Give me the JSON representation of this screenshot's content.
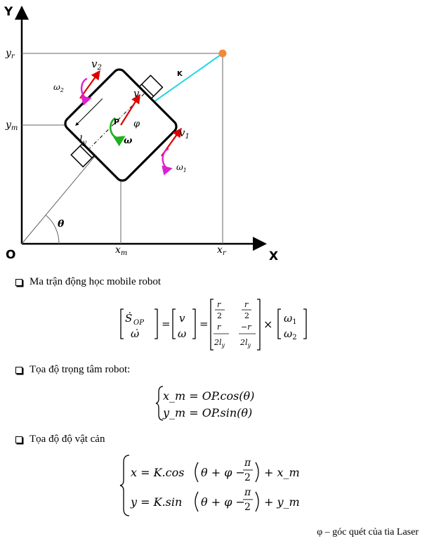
{
  "diagram": {
    "axis_y": "Y",
    "axis_x": "X",
    "origin": "O",
    "yr": "y_r",
    "ym": "y_m",
    "xm": "x_m",
    "xr": "x_r",
    "theta": "θ",
    "K": "K",
    "P": "P",
    "phi": "φ",
    "omega": "ω",
    "v": "v",
    "v1": "v_1",
    "v2": "v_2",
    "w1": "ω_1",
    "w2": "ω_2",
    "ly": "l_y"
  },
  "sections": [
    {
      "title": "Ma trận động học mobile robot"
    },
    {
      "title": "Tọa độ trọng tâm robot:"
    },
    {
      "title": "Tọa độ độ vật cản"
    }
  ],
  "eq1": {
    "lhs_top": "Ṡ",
    "lhs_sub": "OP",
    "lhs_bot": "ω̇",
    "mid_top": "v",
    "mid_bot": "ω",
    "r": "r",
    "two": "2",
    "mr": "−r",
    "twoly": "2l",
    "ly_sub": "y",
    "times": "×",
    "w1": "ω",
    "w1_sub": "1",
    "w2": "ω",
    "w2_sub": "2",
    "eq": "="
  },
  "eq2": {
    "line1": "x_m = OP.cos(θ)",
    "line2": "y_m = OP.sin(θ)"
  },
  "eq3": {
    "line1_a": "x = K.cos",
    "line1_b": "+ x_m",
    "line2_a": "y = K.sin",
    "line2_b": "+ y_m",
    "inner": "θ + φ −",
    "pi": "π",
    "two": "2"
  },
  "note": "φ – góc quét của tia Laser"
}
